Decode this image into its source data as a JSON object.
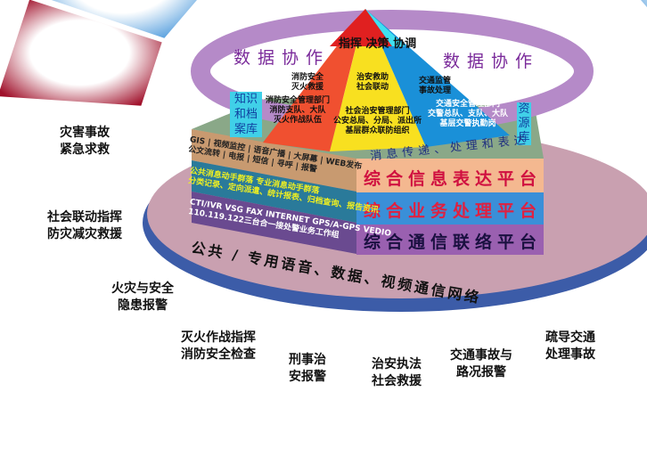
{
  "pyramid": {
    "top": [
      "指挥",
      "决策",
      "协调"
    ],
    "left_mid": [
      "消防安全",
      "灭火救援"
    ],
    "center_mid": [
      "治安救助",
      "社会联动"
    ],
    "right_mid": [
      "交通监管",
      "事故处理"
    ],
    "left_low": [
      "消防安全管理部门",
      "消防支队、大队",
      "灭火作战队伍"
    ],
    "center_low": [
      "社会治安管理部门",
      "公安总局、分局、派出所",
      "基层群众联防组织"
    ],
    "right_low": [
      "交通安全管理部门",
      "交警总队、支队、大队",
      "基层交警执勤岗"
    ]
  },
  "ring": {
    "left_text": "数据协作",
    "right_text": "数据协作",
    "knowledge": "知识和档案库",
    "resource": "资源库"
  },
  "platforms": {
    "top_label": "消息传递、处理和表达",
    "info": "综合信息表达平台",
    "business": "综合业务处理平台",
    "comm": "综合通信联络平台",
    "info_side": [
      "GIS | 视频监控 | 语音广播 | 大屏幕 | WEB发布",
      "公文流转 | 电报 | 短信 | 寻呼 | 报警"
    ],
    "business_side": [
      "公共消息动手群落 专业消息动手群落",
      "分类记录、定向派遣、统计报表、归档查询、报告资讯"
    ],
    "comm_side": [
      "CTI/IVR VSG FAX INTERNET GPS/A-GPS VEDIO",
      "110.119.122三台合一接处警业务工作组"
    ]
  },
  "network": "公共 / 专用语音、数据、视频通信网络",
  "segments": [
    [
      "灾害事故",
      "紧急求救"
    ],
    [
      "社会联动指挥",
      "防灾减灾救援"
    ],
    [
      "火灾与安全",
      "隐患报警"
    ],
    [
      "灭火作战指挥",
      "消防安全检查"
    ],
    [
      "刑事治",
      "安报警"
    ],
    [
      "治安执法",
      "社会救援"
    ],
    [
      "交通事故与",
      "路况报警"
    ],
    [
      "疏导交通",
      "处理事故"
    ]
  ],
  "colors": {
    "red": "#a0102a",
    "blue": "#3a8fd8",
    "pink": "#c9a0b0",
    "purple": "#7a3f98"
  }
}
